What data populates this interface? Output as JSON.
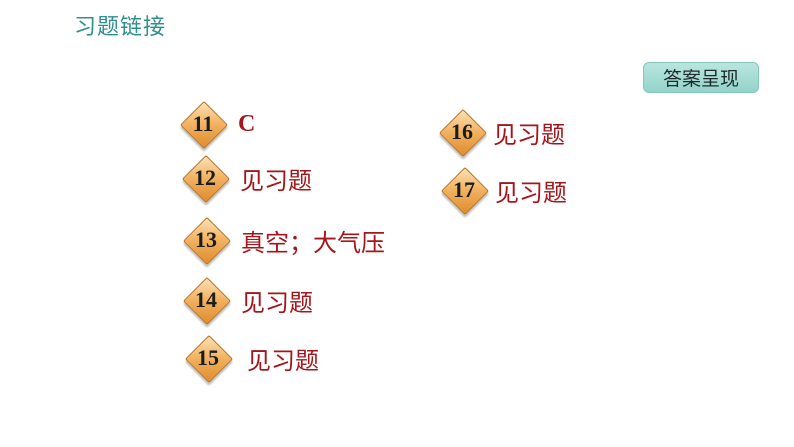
{
  "header": {
    "title": "习题链接",
    "answer_button_label": "答案呈现"
  },
  "items": [
    {
      "number": "11",
      "answer": "C"
    },
    {
      "number": "12",
      "answer": "见习题"
    },
    {
      "number": "13",
      "answer": "真空；大气压"
    },
    {
      "number": "14",
      "answer": "见习题"
    },
    {
      "number": "15",
      "answer": "见习题"
    },
    {
      "number": "16",
      "answer": "见习题"
    },
    {
      "number": "17",
      "answer": "见习题"
    }
  ],
  "colors": {
    "title": "#2f8f8c",
    "answer_text": "#a4161a",
    "badge": "#f2b464",
    "button_bg": "#a6dcd3"
  }
}
